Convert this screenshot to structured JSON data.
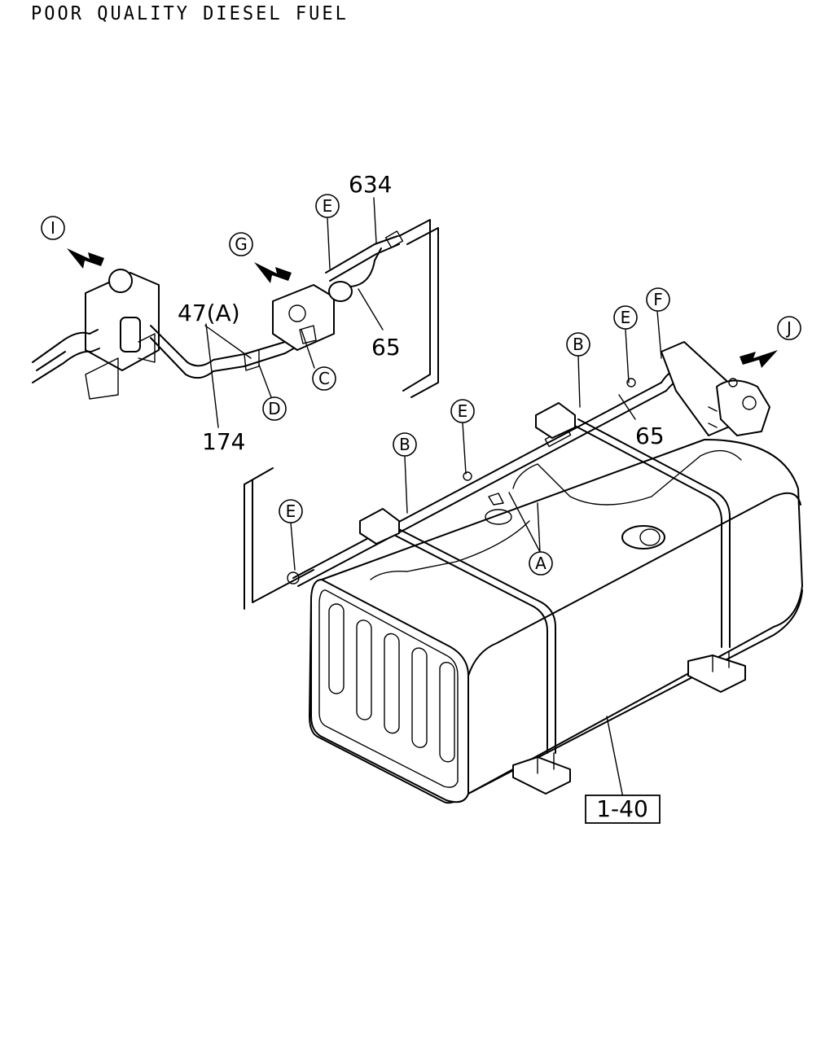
{
  "title": "POOR QUALITY DIESEL FUEL",
  "callouts": {
    "i": "I",
    "g": "G",
    "j": "J",
    "e1": "E",
    "e2": "E",
    "e3": "E",
    "e4": "E",
    "b1": "B",
    "b2": "B",
    "c": "C",
    "d": "D",
    "f": "F",
    "a": "A"
  },
  "part_numbers": {
    "p634": "634",
    "p47a": "47(A)",
    "p65_upper": "65",
    "p174": "174",
    "p65_lower": "65",
    "p1_40": "1-40"
  }
}
